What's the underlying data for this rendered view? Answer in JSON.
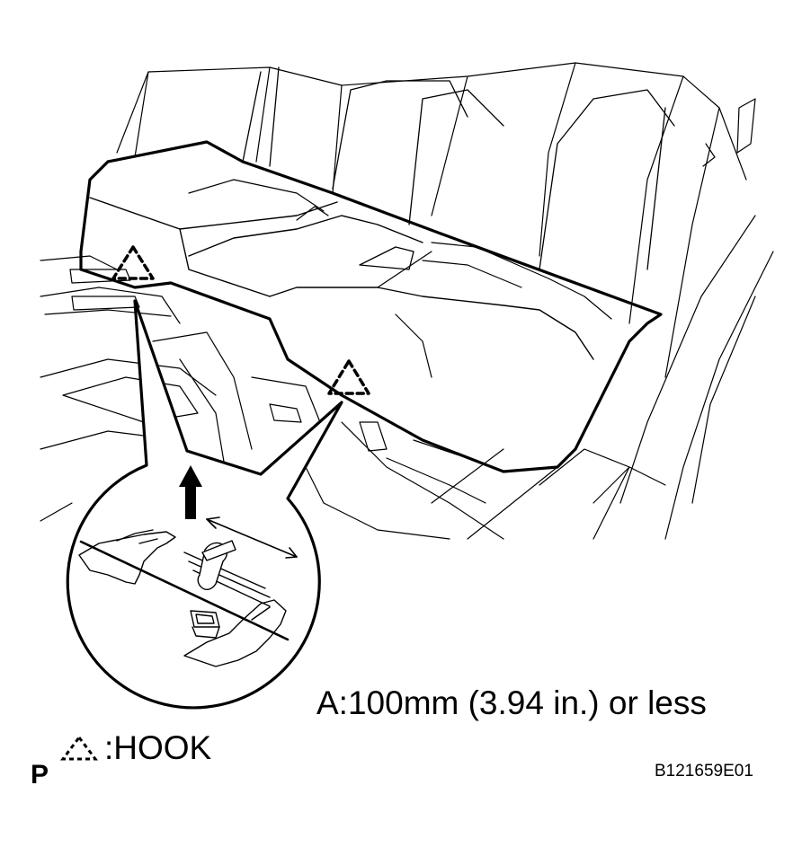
{
  "diagram": {
    "callout_text": "A:100mm (3.94 in.) or less",
    "legend": {
      "symbol_icon": "dashed-triangle-icon",
      "label": ":HOOK"
    },
    "page_marker": "P",
    "figure_code": "B121659E01"
  }
}
